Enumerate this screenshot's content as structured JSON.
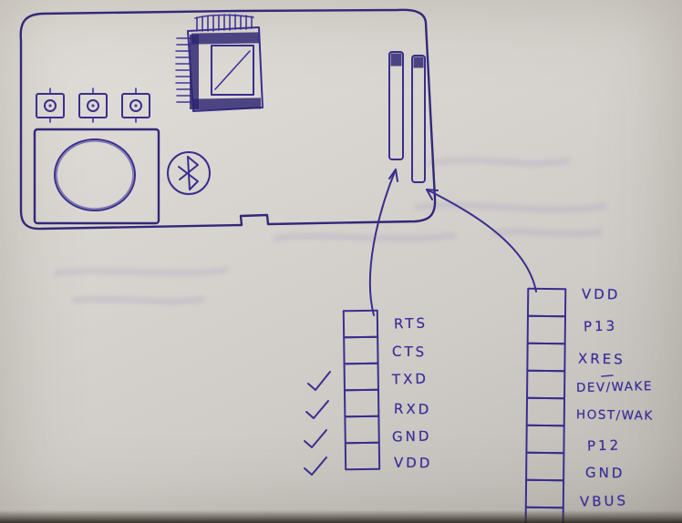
{
  "figure": {
    "kind": "hand-drawn PCB pinout sketch",
    "ink_color": "#3a2e8d",
    "paper_color": "#d8d5d0"
  },
  "board": {
    "components": [
      "chip-with-pins",
      "push-button",
      "push-button",
      "push-button",
      "speaker",
      "bluetooth-logo",
      "connector-slot-left",
      "connector-slot-right"
    ],
    "notch": "bottom-edge-notch"
  },
  "left_header": {
    "name": "uart-pin-header",
    "pins": [
      {
        "label": "RTS",
        "checked": false
      },
      {
        "label": "CTS",
        "checked": false
      },
      {
        "label": "TXD",
        "checked": true
      },
      {
        "label": "RXD",
        "checked": true
      },
      {
        "label": "GND",
        "checked": true
      },
      {
        "label": "VDD",
        "checked": true
      }
    ]
  },
  "right_header": {
    "name": "power-pin-header",
    "pins": [
      {
        "label": "VDD"
      },
      {
        "label": "P13"
      },
      {
        "label": "XRES"
      },
      {
        "label": "DEV/WAKE"
      },
      {
        "label": "HOST/WAK"
      },
      {
        "label": "P12"
      },
      {
        "label": "GND"
      },
      {
        "label": "VBUS"
      }
    ]
  }
}
